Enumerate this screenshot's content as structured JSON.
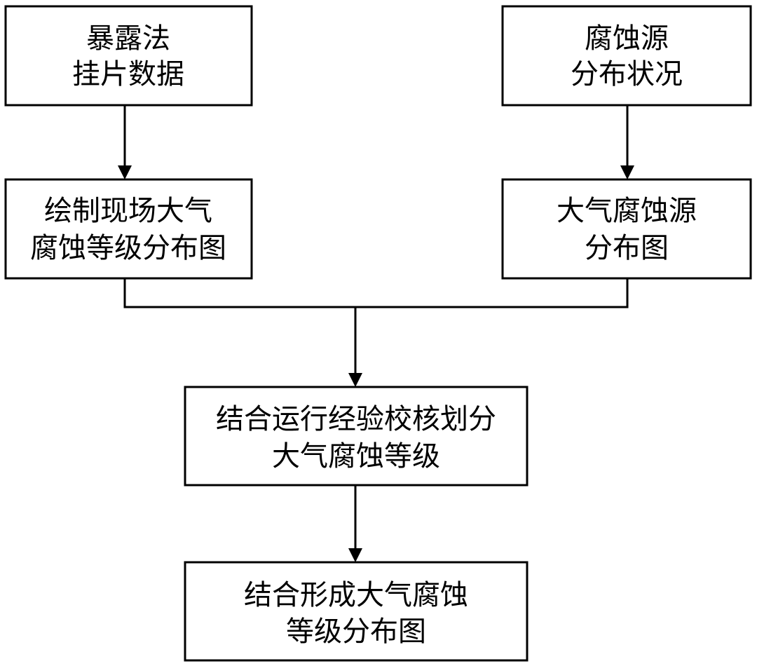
{
  "nodes": {
    "exposure_data": {
      "lines": [
        "暴露法",
        "挂片数据"
      ]
    },
    "corrosion_source_distribution": {
      "lines": [
        "腐蚀源",
        "分布状况"
      ]
    },
    "draw_site_grade_map": {
      "lines": [
        "绘制现场大气",
        "腐蚀等级分布图"
      ]
    },
    "atmospheric_source_map": {
      "lines": [
        "大气腐蚀源",
        "分布图"
      ]
    },
    "verify_grade": {
      "lines": [
        "结合运行经验校核划分",
        "大气腐蚀等级"
      ]
    },
    "final_grade_map": {
      "lines": [
        "结合形成大气腐蚀",
        "等级分布图"
      ]
    }
  },
  "colors": {
    "line": "#000000",
    "box_fill": "#ffffff",
    "text": "#000000"
  }
}
